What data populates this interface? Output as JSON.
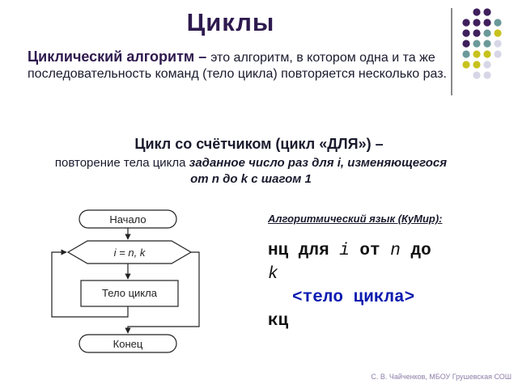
{
  "title": "Циклы",
  "definition": {
    "term": "Циклический алгоритм",
    "dash": " – ",
    "text": "это алгоритм, в котором одна и та же последовательность команд (тело цикла) повторяется несколько раз."
  },
  "counter_loop": {
    "heading": "Цикл со счётчиком (цикл «ДЛЯ») –",
    "desc_plain": "повторение тела цикла ",
    "desc_emph": "заданное число раз для i, изменяющегося от n до k с шагом 1"
  },
  "flowchart": {
    "start": "Начало",
    "header": "i = n, k",
    "body": "Тело цикла",
    "end": "Конец"
  },
  "language_label": "Алгоритмический язык (КуМир):",
  "code": {
    "kw_nc": "нц для ",
    "var_i": "i",
    "kw_ot": " от ",
    "var_n": "n",
    "kw_do": " до",
    "var_k": "k",
    "body": "<тело цикла>",
    "kw_kc": "кц"
  },
  "footer": "С. В. Чайченков, МБОУ Грушевская СОШ",
  "colors": {
    "title": "#2e1a4e",
    "dot_purple": "#3f1f5c",
    "dot_teal": "#6b9999",
    "dot_yellow": "#c8c21e",
    "dot_light": "#d6d6e6",
    "code_body": "#0b1bb0"
  }
}
